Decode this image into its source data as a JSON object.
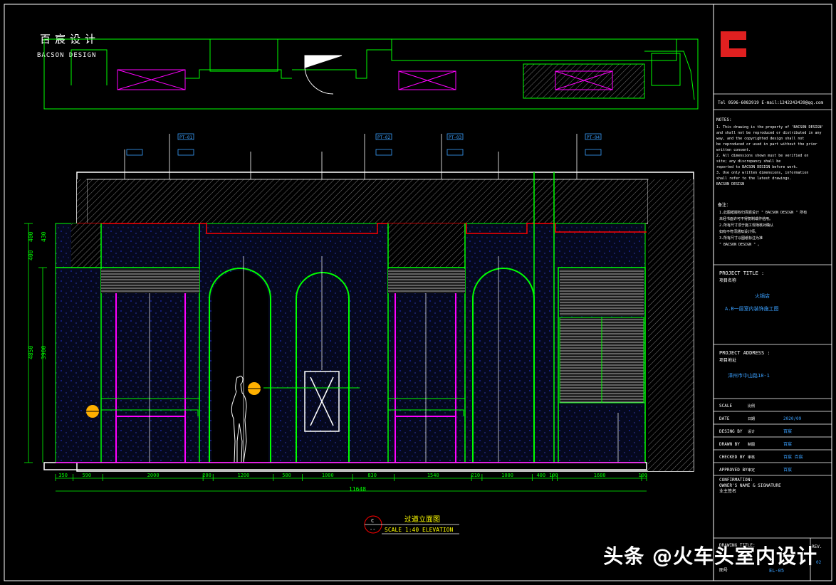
{
  "firm": {
    "name_cn": "百宸设计",
    "name_en": "BACSON DESIGN",
    "tel_line": "Tel 0596-6083919      E-mail:1242243439@qq.com"
  },
  "notes": {
    "heading": "NOTES:",
    "en_lines": [
      "1. This drawing is the property of 'BACSON DESIGN'",
      "and shall not be reproduced or distributed in any",
      "way, and the copyrighted design shall not",
      "be reproduced or used in part without the prior",
      "written consent.",
      "2. All dimensions shown must be verified on",
      "site; any discrepancy shall be",
      "reported to BACSON DESIGN before work.",
      "3. Use only written dimensions, information",
      "shall refer to the latest drawings.",
      "BACSON DESIGN"
    ],
    "cn_heading": "备注：",
    "cn_lines": [
      "1.此图纸版权归百宸设计 \" BACSON DESIGN \" 所有",
      "未经书面许可不得复制或作他用。",
      "2.所有尺寸须于施工现场核对确认",
      "如有不符须通知设计师。",
      "3.所有尺寸以图纸标注为准",
      "\" BACSON DESIGN \" 。"
    ]
  },
  "title_block": {
    "project_title_label": "PROJECT TITLE :",
    "project_title_cn": "项目名称",
    "project_title_value1": "火锅店",
    "project_title_value2": "A.B一层室内装饰施工图",
    "project_address_label": "PROJECT ADDRESS :",
    "project_address_cn": "项目地址",
    "project_address_value": "漳州市中山路18-1",
    "rows": [
      {
        "label": "SCALE",
        "cn": "比例",
        "value": ""
      },
      {
        "label": "DATE",
        "cn": "日期",
        "value": "2020/09"
      },
      {
        "label": "DESING BY",
        "cn": "设计",
        "value": "百宸"
      },
      {
        "label": "DRAWN BY",
        "cn": "制图",
        "value": "百宸"
      },
      {
        "label": "CHECKED BY",
        "cn": "审核",
        "value": "百宸 百宸"
      },
      {
        "label": "APPROVED BY",
        "cn": "审定",
        "value": "百宸"
      }
    ],
    "confirmation": [
      "CONFIRMATION:",
      "OWNER'S NAME & SIGNATURE",
      "业主签名"
    ],
    "drawing_title_label": "DRAWING TITLE:",
    "drawing_no_cn": "图号",
    "drawing_no": "EL-05",
    "rev_label": "REV.",
    "rev_value": "02"
  },
  "drawing": {
    "title_cn": "过道立面图",
    "scale_text": "SCALE 1:40   ELEVATION",
    "marker_top": "C",
    "marker_bottom": "--",
    "bottom_dims": [
      "350",
      "590",
      "2000",
      "200",
      "1200",
      "580",
      "1000",
      "830",
      "1540",
      "210",
      "1000",
      "400",
      "100",
      "1680",
      "100"
    ],
    "total_width": "11648",
    "left_dims": [
      "4850",
      "3900",
      "400",
      "400",
      "430"
    ],
    "panel_labels": [
      "PT-01",
      "PT-02",
      "PT-03",
      "PT-04"
    ]
  },
  "watermark": "头条 @火车头室内设计",
  "colors": {
    "background": "#000000",
    "line_green": "#00ff00",
    "line_magenta": "#ff00ff",
    "line_red": "#ff0000",
    "line_white": "#ffffff",
    "line_blue": "#3aa0ff",
    "line_yellow": "#ffff00",
    "logo_red": "#e02020"
  }
}
